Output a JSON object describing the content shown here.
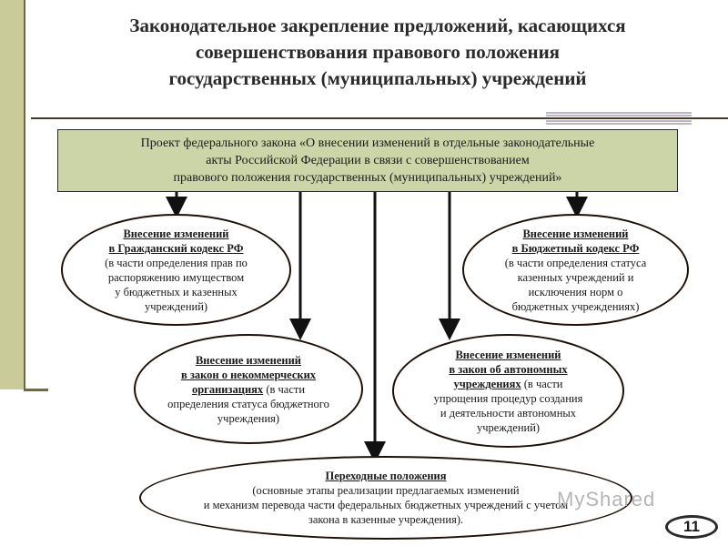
{
  "title": {
    "line1": "Законодательное закрепление предложений, касающихся",
    "line2": "совершенствования правового положения",
    "line3": "государственных (муниципальных) учреждений"
  },
  "project": {
    "line1": "Проект федерального закона «О внесении изменений в отдельные законодательные",
    "line2": "акты Российской Федерации в связи с совершенствованием",
    "line3": "правового положения государственных (муниципальных) учреждений»"
  },
  "civil_code": {
    "heading1": "Внесение изменений",
    "heading2": "в Гражданский кодекс РФ",
    "line1": "(в части определения прав по",
    "line2": "распоряжению имуществом",
    "line3": "у бюджетных и казенных",
    "line4": "учреждений)"
  },
  "budget_code": {
    "heading1": "Внесение изменений",
    "heading2": "в Бюджетный кодекс РФ",
    "line1": "(в части определения статуса",
    "line2": "казенных учреждений и",
    "line3": "исключения норм о",
    "line4": "бюджетных учреждениях)"
  },
  "noncommercial": {
    "heading1": "Внесение изменений",
    "heading2": "в закон о некоммерческих",
    "heading3": "организациях",
    "line1_tail": " (в части",
    "line2": "определения статуса бюджетного",
    "line3": "учреждения)"
  },
  "autonomous": {
    "heading1": "Внесение изменений",
    "heading2": "в закон об автономных",
    "heading3": "учреждениях",
    "line1_tail": " (в части",
    "line2": "упрощения процедур создания",
    "line3": "и деятельности автономных",
    "line4": "учреждений)"
  },
  "transitional": {
    "heading": "Переходные положения",
    "line1": "(основные этапы реализации предлагаемых изменений",
    "line2": "и механизм перевода части федеральных бюджетных учреждений с учетом",
    "line3": "закона в казенные учреждения)."
  },
  "watermark": "MyShared",
  "page_number": "11"
}
